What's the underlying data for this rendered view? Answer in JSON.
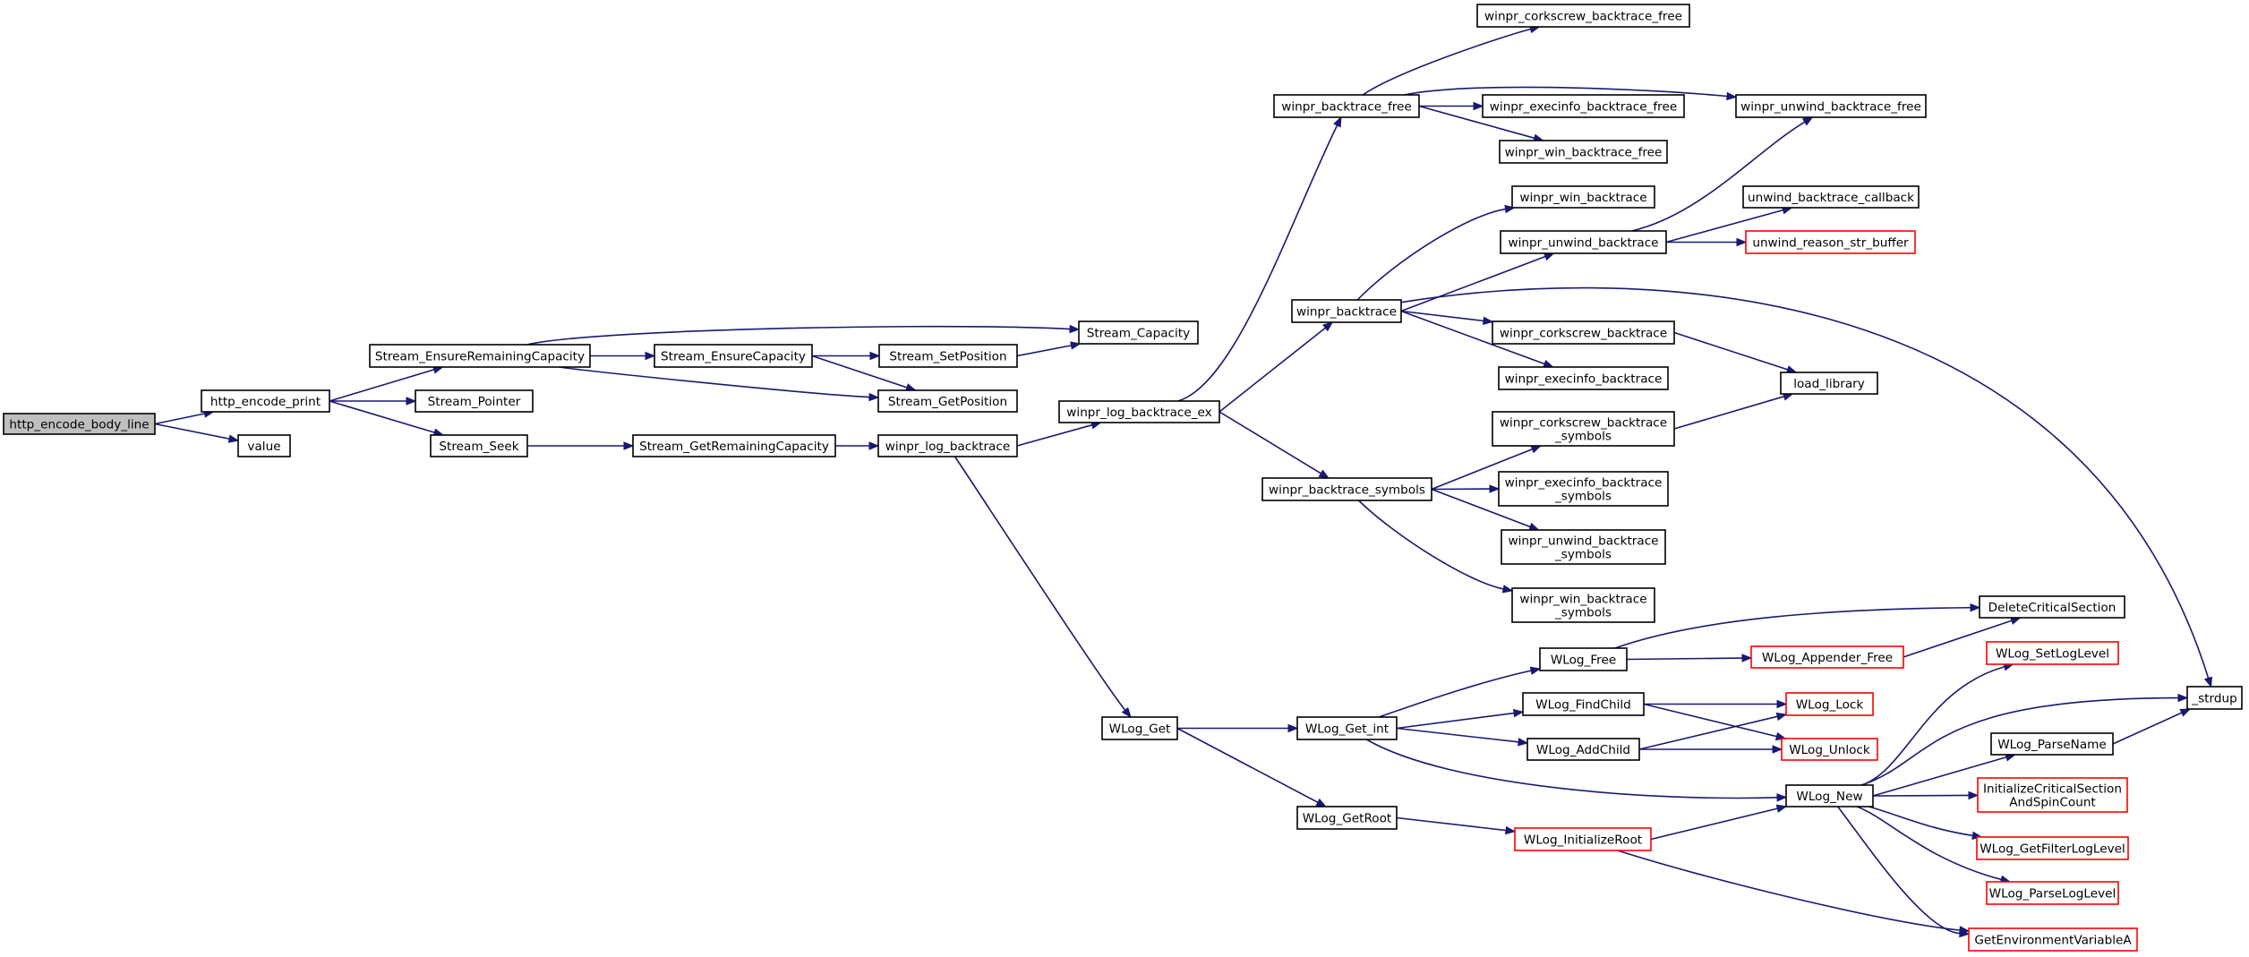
{
  "colors": {
    "edge": "#191970",
    "node_border": "#000000",
    "truncated_border": "#ff0000",
    "root_fill": "#bfbfbf",
    "node_fill": "#ffffff"
  },
  "graph": {
    "nodes": [
      {
        "id": "http_encode_body_line",
        "lines": [
          "http_encode_body_line"
        ],
        "root": true
      },
      {
        "id": "http_encode_print",
        "lines": [
          "http_encode_print"
        ]
      },
      {
        "id": "value",
        "lines": [
          "value"
        ]
      },
      {
        "id": "Stream_EnsureRemainingCapacity",
        "lines": [
          "Stream_EnsureRemainingCapacity"
        ]
      },
      {
        "id": "Stream_Pointer",
        "lines": [
          "Stream_Pointer"
        ]
      },
      {
        "id": "Stream_Seek",
        "lines": [
          "Stream_Seek"
        ]
      },
      {
        "id": "Stream_EnsureCapacity",
        "lines": [
          "Stream_EnsureCapacity"
        ]
      },
      {
        "id": "Stream_SetPosition",
        "lines": [
          "Stream_SetPosition"
        ]
      },
      {
        "id": "Stream_Capacity",
        "lines": [
          "Stream_Capacity"
        ]
      },
      {
        "id": "Stream_GetPosition",
        "lines": [
          "Stream_GetPosition"
        ]
      },
      {
        "id": "Stream_GetRemainingCapacity",
        "lines": [
          "Stream_GetRemainingCapacity"
        ]
      },
      {
        "id": "winpr_log_backtrace",
        "lines": [
          "winpr_log_backtrace"
        ]
      },
      {
        "id": "winpr_log_backtrace_ex",
        "lines": [
          "winpr_log_backtrace_ex"
        ]
      },
      {
        "id": "WLog_Get",
        "lines": [
          "WLog_Get"
        ]
      },
      {
        "id": "winpr_backtrace_free",
        "lines": [
          "winpr_backtrace_free"
        ]
      },
      {
        "id": "winpr_backtrace",
        "lines": [
          "winpr_backtrace"
        ]
      },
      {
        "id": "winpr_backtrace_symbols",
        "lines": [
          "winpr_backtrace_symbols"
        ]
      },
      {
        "id": "winpr_corkscrew_backtrace_free",
        "lines": [
          "winpr_corkscrew_backtrace_free"
        ]
      },
      {
        "id": "winpr_execinfo_backtrace_free",
        "lines": [
          "winpr_execinfo_backtrace_free"
        ]
      },
      {
        "id": "winpr_win_backtrace_free",
        "lines": [
          "winpr_win_backtrace_free"
        ]
      },
      {
        "id": "winpr_unwind_backtrace_free",
        "lines": [
          "winpr_unwind_backtrace_free"
        ]
      },
      {
        "id": "winpr_win_backtrace",
        "lines": [
          "winpr_win_backtrace"
        ]
      },
      {
        "id": "winpr_unwind_backtrace",
        "lines": [
          "winpr_unwind_backtrace"
        ]
      },
      {
        "id": "unwind_backtrace_callback",
        "lines": [
          "unwind_backtrace_callback"
        ]
      },
      {
        "id": "unwind_reason_str_buffer",
        "lines": [
          "unwind_reason_str_buffer"
        ],
        "truncated": true
      },
      {
        "id": "winpr_corkscrew_backtrace",
        "lines": [
          "winpr_corkscrew_backtrace"
        ]
      },
      {
        "id": "winpr_execinfo_backtrace",
        "lines": [
          "winpr_execinfo_backtrace"
        ]
      },
      {
        "id": "load_library",
        "lines": [
          "load_library"
        ]
      },
      {
        "id": "winpr_corkscrew_backtrace_symbols",
        "lines": [
          "winpr_corkscrew_backtrace",
          "_symbols"
        ]
      },
      {
        "id": "winpr_execinfo_backtrace_symbols",
        "lines": [
          "winpr_execinfo_backtrace",
          "_symbols"
        ]
      },
      {
        "id": "winpr_unwind_backtrace_symbols",
        "lines": [
          "winpr_unwind_backtrace",
          "_symbols"
        ]
      },
      {
        "id": "winpr_win_backtrace_symbols",
        "lines": [
          "winpr_win_backtrace",
          "_symbols"
        ]
      },
      {
        "id": "_strdup",
        "lines": [
          "_strdup"
        ]
      },
      {
        "id": "WLog_Get_int",
        "lines": [
          "WLog_Get_int"
        ]
      },
      {
        "id": "WLog_GetRoot",
        "lines": [
          "WLog_GetRoot"
        ]
      },
      {
        "id": "WLog_Free",
        "lines": [
          "WLog_Free"
        ]
      },
      {
        "id": "WLog_FindChild",
        "lines": [
          "WLog_FindChild"
        ]
      },
      {
        "id": "WLog_AddChild",
        "lines": [
          "WLog_AddChild"
        ]
      },
      {
        "id": "WLog_New",
        "lines": [
          "WLog_New"
        ]
      },
      {
        "id": "WLog_InitializeRoot",
        "lines": [
          "WLog_InitializeRoot"
        ],
        "truncated": true
      },
      {
        "id": "WLog_Appender_Free",
        "lines": [
          "WLog_Appender_Free"
        ],
        "truncated": true
      },
      {
        "id": "DeleteCriticalSection",
        "lines": [
          "DeleteCriticalSection"
        ]
      },
      {
        "id": "WLog_Lock",
        "lines": [
          "WLog_Lock"
        ],
        "truncated": true
      },
      {
        "id": "WLog_Unlock",
        "lines": [
          "WLog_Unlock"
        ],
        "truncated": true
      },
      {
        "id": "WLog_SetLogLevel",
        "lines": [
          "WLog_SetLogLevel"
        ],
        "truncated": true
      },
      {
        "id": "WLog_ParseName",
        "lines": [
          "WLog_ParseName"
        ]
      },
      {
        "id": "InitializeCriticalSectionAndSpinCount",
        "lines": [
          "InitializeCriticalSection",
          "AndSpinCount"
        ],
        "truncated": true
      },
      {
        "id": "WLog_GetFilterLogLevel",
        "lines": [
          "WLog_GetFilterLogLevel"
        ],
        "truncated": true
      },
      {
        "id": "WLog_ParseLogLevel",
        "lines": [
          "WLog_ParseLogLevel"
        ],
        "truncated": true
      },
      {
        "id": "GetEnvironmentVariableA",
        "lines": [
          "GetEnvironmentVariableA"
        ],
        "truncated": true
      }
    ],
    "edges": [
      [
        "http_encode_body_line",
        "http_encode_print"
      ],
      [
        "http_encode_body_line",
        "value"
      ],
      [
        "http_encode_print",
        "Stream_EnsureRemainingCapacity"
      ],
      [
        "http_encode_print",
        "Stream_Pointer"
      ],
      [
        "http_encode_print",
        "Stream_Seek"
      ],
      [
        "Stream_EnsureRemainingCapacity",
        "Stream_EnsureCapacity"
      ],
      [
        "Stream_EnsureRemainingCapacity",
        "Stream_Capacity"
      ],
      [
        "Stream_EnsureRemainingCapacity",
        "Stream_GetPosition"
      ],
      [
        "Stream_EnsureCapacity",
        "Stream_SetPosition"
      ],
      [
        "Stream_EnsureCapacity",
        "Stream_GetPosition"
      ],
      [
        "Stream_SetPosition",
        "Stream_Capacity"
      ],
      [
        "Stream_Seek",
        "Stream_GetRemainingCapacity"
      ],
      [
        "Stream_GetRemainingCapacity",
        "winpr_log_backtrace"
      ],
      [
        "winpr_log_backtrace",
        "winpr_log_backtrace_ex"
      ],
      [
        "winpr_log_backtrace",
        "WLog_Get"
      ],
      [
        "winpr_log_backtrace_ex",
        "winpr_backtrace_free"
      ],
      [
        "winpr_log_backtrace_ex",
        "winpr_backtrace"
      ],
      [
        "winpr_log_backtrace_ex",
        "winpr_backtrace_symbols"
      ],
      [
        "winpr_backtrace_free",
        "winpr_corkscrew_backtrace_free"
      ],
      [
        "winpr_backtrace_free",
        "winpr_execinfo_backtrace_free"
      ],
      [
        "winpr_backtrace_free",
        "winpr_win_backtrace_free"
      ],
      [
        "winpr_backtrace_free",
        "winpr_unwind_backtrace_free"
      ],
      [
        "winpr_backtrace",
        "winpr_win_backtrace"
      ],
      [
        "winpr_backtrace",
        "winpr_unwind_backtrace"
      ],
      [
        "winpr_backtrace",
        "winpr_corkscrew_backtrace"
      ],
      [
        "winpr_backtrace",
        "winpr_execinfo_backtrace"
      ],
      [
        "winpr_backtrace",
        "_strdup"
      ],
      [
        "winpr_unwind_backtrace",
        "winpr_unwind_backtrace_free"
      ],
      [
        "winpr_unwind_backtrace",
        "unwind_backtrace_callback"
      ],
      [
        "winpr_unwind_backtrace",
        "unwind_reason_str_buffer"
      ],
      [
        "winpr_corkscrew_backtrace",
        "load_library"
      ],
      [
        "winpr_corkscrew_backtrace_symbols",
        "load_library"
      ],
      [
        "winpr_backtrace_symbols",
        "winpr_corkscrew_backtrace_symbols"
      ],
      [
        "winpr_backtrace_symbols",
        "winpr_execinfo_backtrace_symbols"
      ],
      [
        "winpr_backtrace_symbols",
        "winpr_unwind_backtrace_symbols"
      ],
      [
        "winpr_backtrace_symbols",
        "winpr_win_backtrace_symbols"
      ],
      [
        "WLog_Get",
        "WLog_Get_int"
      ],
      [
        "WLog_Get",
        "WLog_GetRoot"
      ],
      [
        "WLog_Get_int",
        "WLog_Free"
      ],
      [
        "WLog_Get_int",
        "WLog_FindChild"
      ],
      [
        "WLog_Get_int",
        "WLog_AddChild"
      ],
      [
        "WLog_Get_int",
        "WLog_New"
      ],
      [
        "WLog_GetRoot",
        "WLog_InitializeRoot"
      ],
      [
        "WLog_Free",
        "DeleteCriticalSection"
      ],
      [
        "WLog_Free",
        "WLog_Appender_Free"
      ],
      [
        "WLog_Appender_Free",
        "DeleteCriticalSection"
      ],
      [
        "WLog_FindChild",
        "WLog_Lock"
      ],
      [
        "WLog_FindChild",
        "WLog_Unlock"
      ],
      [
        "WLog_AddChild",
        "WLog_Lock"
      ],
      [
        "WLog_AddChild",
        "WLog_Unlock"
      ],
      [
        "WLog_InitializeRoot",
        "WLog_New"
      ],
      [
        "WLog_InitializeRoot",
        "GetEnvironmentVariableA"
      ],
      [
        "WLog_New",
        "WLog_SetLogLevel"
      ],
      [
        "WLog_New",
        "_strdup"
      ],
      [
        "WLog_New",
        "WLog_ParseName"
      ],
      [
        "WLog_New",
        "InitializeCriticalSectionAndSpinCount"
      ],
      [
        "WLog_New",
        "WLog_GetFilterLogLevel"
      ],
      [
        "WLog_New",
        "WLog_ParseLogLevel"
      ],
      [
        "WLog_New",
        "GetEnvironmentVariableA"
      ],
      [
        "WLog_ParseName",
        "_strdup"
      ]
    ]
  }
}
